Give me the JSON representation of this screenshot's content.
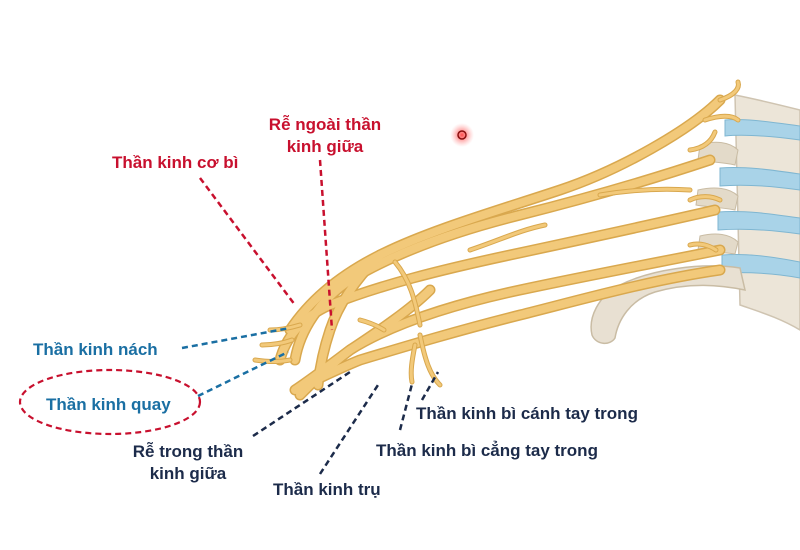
{
  "colors": {
    "nerve_fill": "#f2c97a",
    "nerve_stroke": "#d9a84e",
    "bone_fill": "#e8e0d2",
    "disc_fill": "#a9d3e8",
    "red_label": "#c8102e",
    "blue_label": "#1a6fa3",
    "navy_label": "#1c2b4a"
  },
  "labels": {
    "musculocutaneous": "Thần kinh cơ bì",
    "median_lateral_root_line1": "Rễ ngoài thần",
    "median_lateral_root_line2": "kinh giữa",
    "axillary": "Thần kinh nách",
    "radial": "Thần kinh quay",
    "median_medial_root_line1": "Rễ trong thần",
    "median_medial_root_line2": "kinh giữa",
    "ulnar": "Thần kinh trụ",
    "medial_brachial_cutaneous": "Thần kinh bì cánh tay trong",
    "medial_antebrachial_cutaneous": "Thần kinh bì cẳng tay trong"
  },
  "icons": {
    "record_dot": "red-record-dot-icon"
  }
}
